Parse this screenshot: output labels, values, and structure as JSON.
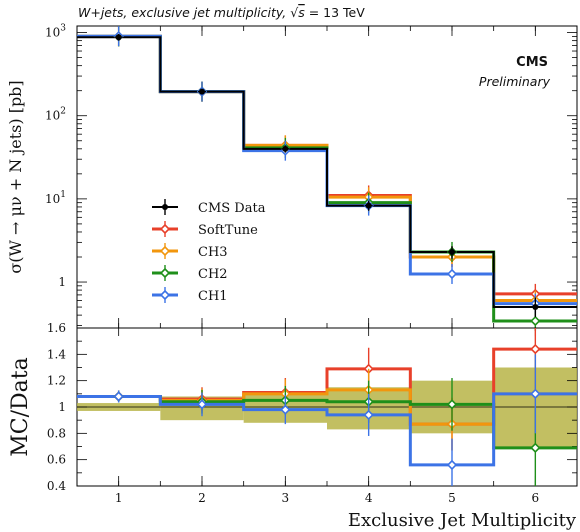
{
  "header": {
    "title_prefix": "W+jets, exclusive jet multiplicity, ",
    "sqrt_s": "s",
    "title_suffix": " = 13 TeV"
  },
  "labels": {
    "experiment": "CMS",
    "status": "Preliminary"
  },
  "colors": {
    "data": "#000000",
    "softtune": "#e8402a",
    "ch3": "#f2960d",
    "ch2": "#1f8f1a",
    "ch1": "#3c73e6",
    "uncertainty_band": "#b7b446"
  },
  "chart_data": [
    {
      "type": "line",
      "panel": "main",
      "ylabel": "σ(W → μν + N jets) [pb]",
      "yscale": "log",
      "ylim": [
        0.28,
        1200
      ],
      "xlim": [
        0.5,
        6.5
      ],
      "y_ticks": [
        {
          "value": 1000,
          "base": "10",
          "exp": "3"
        },
        {
          "value": 100,
          "base": "10",
          "exp": "2"
        },
        {
          "value": 10,
          "base": "10",
          "exp": "1"
        },
        {
          "value": 1,
          "base": "1",
          "exp": ""
        }
      ],
      "bin_edges": [
        0.5,
        1.5,
        2.5,
        3.5,
        4.5,
        5.5,
        6.5
      ],
      "series": [
        {
          "name": "CMS Data",
          "key": "data",
          "values": [
            880,
            195,
            40,
            8.3,
            2.3,
            0.5
          ],
          "errors": [
            [
              800,
              960
            ],
            [
              180,
              210
            ],
            [
              36,
              44
            ],
            [
              7.2,
              9.5
            ],
            [
              1.9,
              2.7
            ],
            [
              0.38,
              0.65
            ]
          ]
        },
        {
          "name": "SoftTune",
          "key": "softtune",
          "values": [
            900,
            195,
            44,
            11,
            2.0,
            0.72
          ]
        },
        {
          "name": "CH3",
          "key": "ch3",
          "values": [
            900,
            195,
            44,
            10.5,
            2.0,
            0.6
          ]
        },
        {
          "name": "CH2",
          "key": "ch2",
          "values": [
            900,
            195,
            41,
            9.0,
            2.3,
            0.34
          ]
        },
        {
          "name": "CH1",
          "key": "ch1",
          "values": [
            905,
            195,
            38,
            8.3,
            1.25,
            0.55
          ]
        }
      ],
      "legend_placement": "center-left"
    },
    {
      "type": "line",
      "panel": "ratio",
      "xlabel": "Exclusive Jet Multiplicity",
      "ylabel": "MC/Data",
      "ylim": [
        0.4,
        1.6
      ],
      "y_ticks": [
        "0.4",
        "0.6",
        "0.8",
        "1",
        "1.2",
        "1.4",
        "1.6"
      ],
      "categories": [
        "1",
        "2",
        "3",
        "4",
        "5",
        "6"
      ],
      "bin_edges": [
        0.5,
        1.5,
        2.5,
        3.5,
        4.5,
        5.5,
        6.5
      ],
      "uncertainty_band": [
        [
          0.97,
          1.03
        ],
        [
          0.9,
          1.08
        ],
        [
          0.88,
          1.1
        ],
        [
          0.83,
          1.15
        ],
        [
          0.8,
          1.2
        ],
        [
          0.7,
          1.3
        ]
      ],
      "series": [
        {
          "name": "SoftTune",
          "key": "softtune",
          "values": [
            1.08,
            1.06,
            1.11,
            1.29,
            0.87,
            1.44
          ]
        },
        {
          "name": "CH3",
          "key": "ch3",
          "values": [
            1.08,
            1.05,
            1.1,
            1.13,
            0.87,
            1.1
          ]
        },
        {
          "name": "CH2",
          "key": "ch2",
          "values": [
            1.08,
            1.04,
            1.05,
            1.04,
            1.02,
            0.69
          ]
        },
        {
          "name": "CH1",
          "key": "ch1",
          "values": [
            1.08,
            1.02,
            0.98,
            0.94,
            0.56,
            1.1
          ]
        }
      ]
    }
  ]
}
